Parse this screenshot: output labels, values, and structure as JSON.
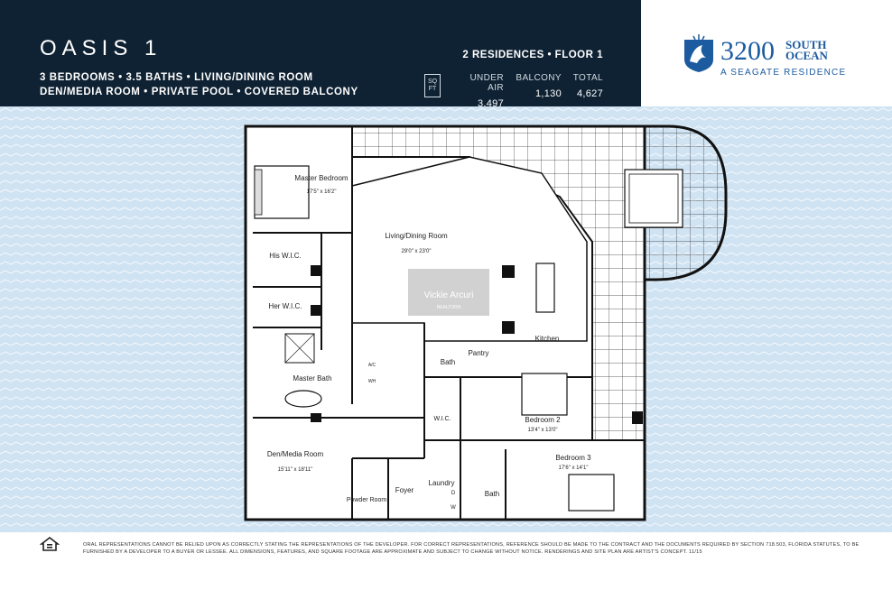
{
  "header": {
    "title": "OASIS 1",
    "features_line1": "3 BEDROOMS • 3.5 BATHS • LIVING/DINING ROOM",
    "features_line2": "DEN/MEDIA ROOM • PRIVATE POOL • COVERED BALCONY",
    "residences": "2 RESIDENCES • FLOOR 1",
    "sqft_letters": [
      "SQ",
      "FT"
    ],
    "stats": [
      {
        "label": "UNDER AIR",
        "value": "3,497"
      },
      {
        "label": "BALCONY",
        "value": "1,130"
      },
      {
        "label": "TOTAL",
        "value": "4,627"
      }
    ]
  },
  "brand": {
    "number": "3200",
    "word1": "SOUTH",
    "word2": "OCEAN",
    "tagline": "A SEAGATE RESIDENCE",
    "logo_icon": "seagate-crest-icon"
  },
  "rooms": {
    "master_bedroom": "Master Bedroom",
    "master_bedroom_dim": "17'5\" x 16'2\"",
    "his_wic": "His W.I.C.",
    "her_wic": "Her W.I.C.",
    "master_bath": "Master Bath",
    "living": "Living/Dining Room",
    "living_dim": "29'0\" x 23'0\"",
    "pantry": "Pantry",
    "kitchen": "Kitchen",
    "bath": "Bath",
    "wic": "W.I.C.",
    "bedroom2": "Bedroom 2",
    "bedroom2_dim": "13'4\" x 13'0\"",
    "den": "Den/Media Room",
    "den_dim": "15'11\" x 18'11\"",
    "bedroom3": "Bedroom 3",
    "bedroom3_dim": "17'6\" x 14'1\"",
    "powder": "Powder Room",
    "foyer": "Foyer",
    "laundry": "Laundry",
    "bath3": "Bath",
    "ac": "A/C",
    "wh": "WH",
    "dryer": "D",
    "washer": "W"
  },
  "watermark": {
    "name": "Vickie Arcuri",
    "sub": "REALTOR®"
  },
  "footer": {
    "logo_icon": "equal-housing-opportunity-icon",
    "disclaimer": "ORAL REPRESENTATIONS CANNOT BE RELIED UPON AS CORRECTLY STATING THE REPRESENTATIONS OF THE DEVELOPER. FOR CORRECT REPRESENTATIONS, REFERENCE SHOULD BE MADE TO THE CONTRACT AND THE DOCUMENTS REQUIRED BY SECTION 718.503, FLORIDA STATUTES, TO BE FURNISHED BY A DEVELOPER TO A BUYER OR LESSEE. ALL DIMENSIONS, FEATURES, AND SQUARE FOOTAGE ARE APPROXIMATE AND SUBJECT TO CHANGE WITHOUT NOTICE. RENDERINGS AND SITE PLAN ARE ARTIST'S CONCEPT. 11/15"
  },
  "colors": {
    "header_bg": "#0f2233",
    "brand_blue": "#1c5ba0",
    "water": "#cfe3f3"
  }
}
